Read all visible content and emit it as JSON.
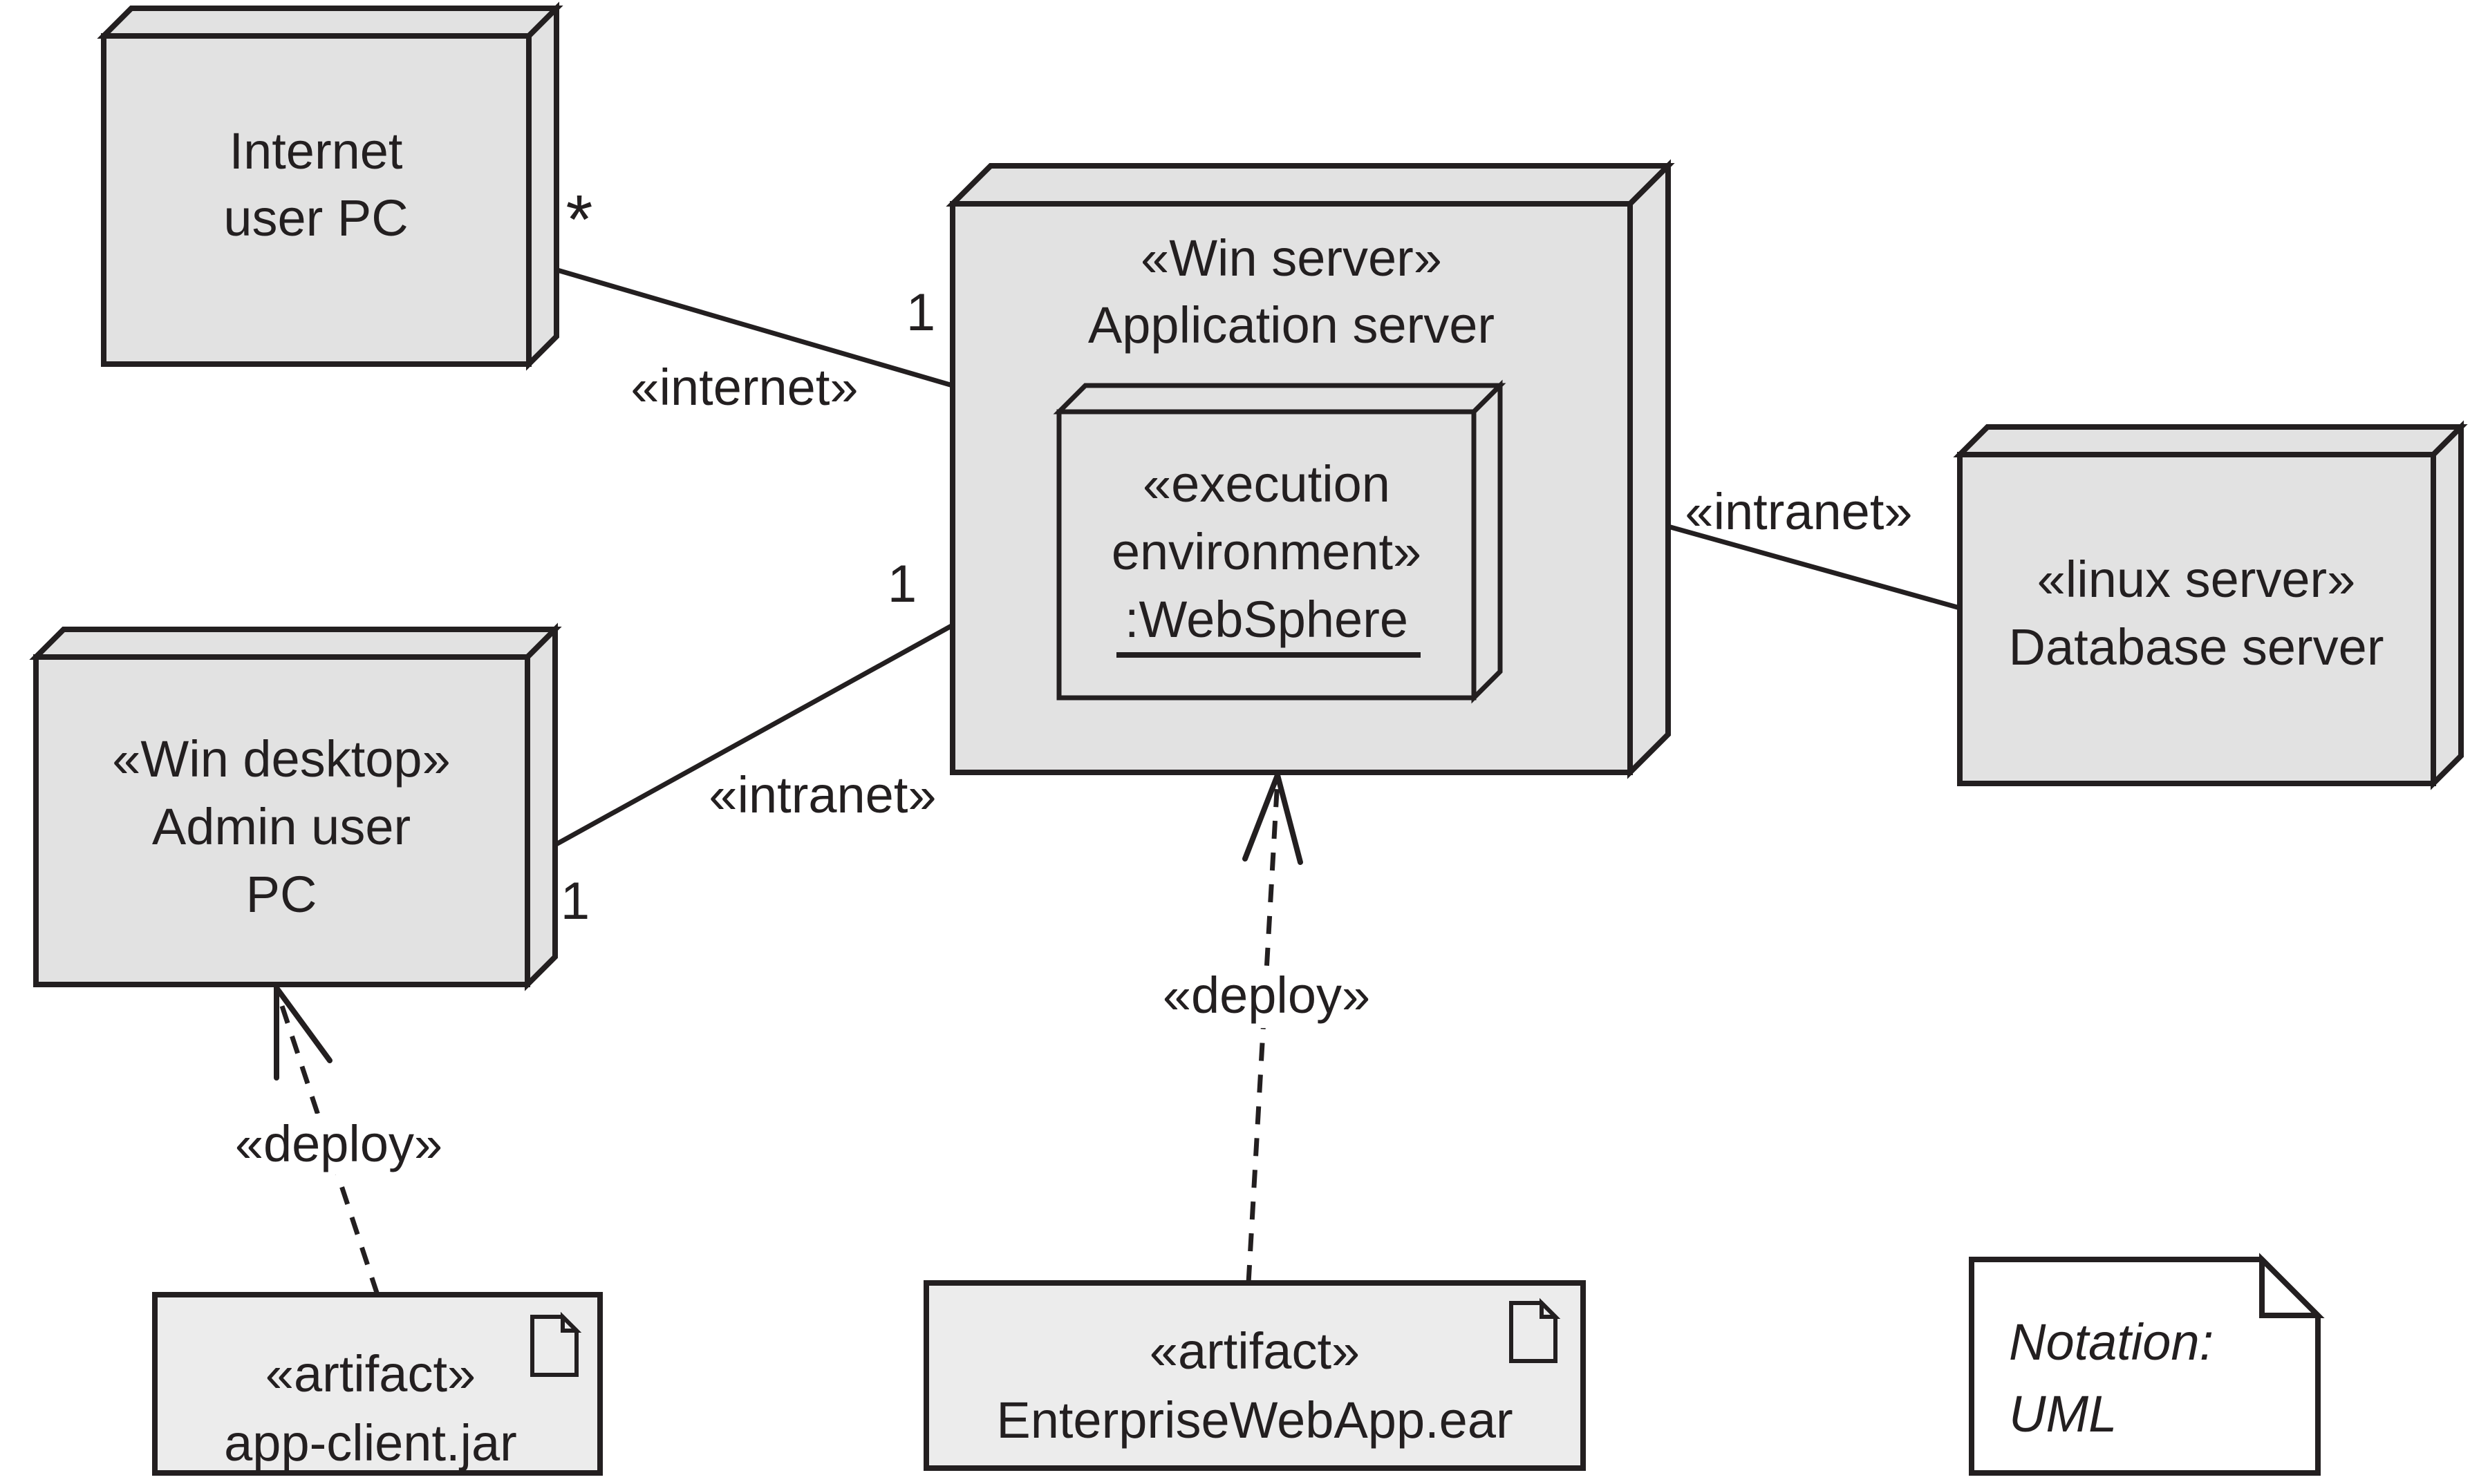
{
  "diagram_type": "UML deployment diagram",
  "nodes": {
    "internet_user_pc": {
      "name_lines": [
        "Internet",
        "user PC"
      ]
    },
    "application_server": {
      "stereotype": "«Win server»",
      "name": "Application server"
    },
    "websphere": {
      "stereotype_lines": [
        "«execution",
        "environment»"
      ],
      "name": ":WebSphere"
    },
    "database_server": {
      "stereotype": "«linux server»",
      "name": "Database server"
    },
    "admin_user_pc": {
      "stereotype": "«Win desktop»",
      "name_lines": [
        "Admin user",
        "PC"
      ]
    }
  },
  "artifacts": {
    "app_client_jar": {
      "stereotype": "«artifact»",
      "name": "app-client.jar"
    },
    "enterprise_web_app_ear": {
      "stereotype": "«artifact»",
      "name": "EnterpriseWebApp.ear"
    }
  },
  "connections": {
    "internet": {
      "stereotype": "«internet»",
      "source_multiplicity": "*",
      "target_multiplicity": "1"
    },
    "intranet_admin": {
      "stereotype": "«intranet»",
      "source_multiplicity": "1",
      "target_multiplicity": "1"
    },
    "intranet_db": {
      "stereotype": "«intranet»"
    },
    "deploy_app_client": {
      "stereotype": "«deploy»"
    },
    "deploy_enterprise_web_app": {
      "stereotype": "«deploy»"
    }
  },
  "note": {
    "lines": [
      "Notation:",
      "UML"
    ]
  },
  "colors": {
    "node_fill": "#e2e2e2",
    "artifact_fill": "#ececec",
    "note_fill": "#ffffff",
    "line_color": "#231f20",
    "background": "#ffffff"
  }
}
